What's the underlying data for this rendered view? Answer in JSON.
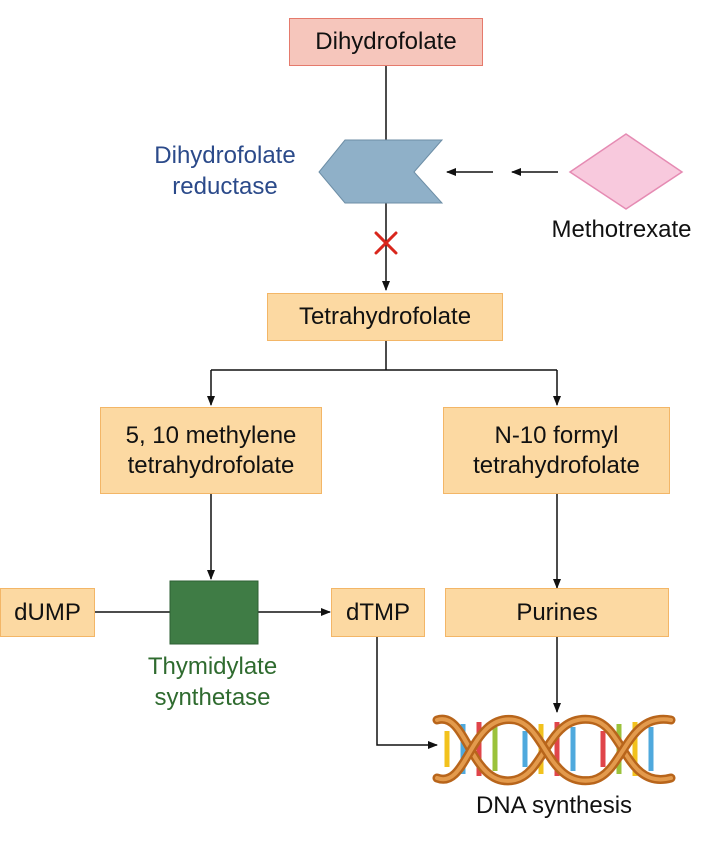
{
  "nodes": {
    "dihydrofolate": "Dihydrofolate",
    "tetrahydrofolate": "Tetrahydrofolate",
    "methylene_line1": "5, 10 methylene",
    "methylene_line2": "tetrahydrofolate",
    "formyl_line1": "N-10 formyl",
    "formyl_line2": "tetrahydrofolate",
    "dump": "dUMP",
    "dtmp": "dTMP",
    "purines": "Purines"
  },
  "enzymes": {
    "dhfr_line1": "Dihydrofolate",
    "dhfr_line2": "reductase",
    "ts_line1": "Thymidylate",
    "ts_line2": "synthetase"
  },
  "inhibitor": "Methotrexate",
  "product": "DNA synthesis",
  "colors": {
    "node_fill": "#fcd9a2",
    "node_border": "#f3b667",
    "start_fill": "#f6c6bc",
    "start_border": "#e57a6c",
    "dhfr_fill": "#8fb0c8",
    "dhfr_text": "#2b4a8a",
    "ts_fill": "#3f7c45",
    "ts_text": "#2f6b2f",
    "inhibitor_fill": "#f8c9dd",
    "block_mark": "#d9261c"
  }
}
